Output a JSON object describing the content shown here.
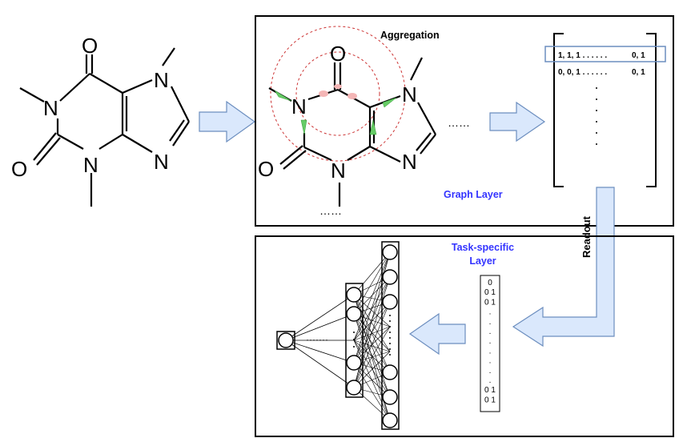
{
  "molecule_left": {
    "atoms": {
      "o_top": "O",
      "o_left": "O",
      "n1": "N",
      "n3": "N",
      "n7": "N",
      "n9": "N"
    }
  },
  "graph_panel": {
    "aggregation_label": "Aggregation",
    "graph_layer_label": "Graph Layer",
    "atoms": {
      "o_top": "O",
      "o_left": "O",
      "n1": "N",
      "n3": "N",
      "n7": "N",
      "n9": "N"
    },
    "ellipsis_bottom": "……",
    "ellipsis_right": "……",
    "matrix": {
      "row1_left": "1, 1, 1 . . . . . .",
      "row1_right": "0, 1",
      "row2_left": "0, 0, 1 . . . . . .",
      "row2_right": "0, 1",
      "vertical_dots": ".\n.\n.\n.\n.\n."
    }
  },
  "readout_label": "Readout",
  "task_panel": {
    "title_line1": "Task-specific",
    "title_line2": "Layer",
    "vector_entries": [
      "0",
      "0 1",
      "0 1",
      ".",
      ".",
      ".",
      ".",
      ".",
      ".",
      ".",
      ".",
      "0 1",
      "0 1"
    ],
    "network_ellipsis": "·······"
  },
  "colors": {
    "arrow_fill": "#dae8fc",
    "arrow_stroke": "#6c8ebf",
    "accent_blue": "#3333ff",
    "ring_red": "#cc3333",
    "edge_green": "#66cc66",
    "node_pink": "#f4b6b6"
  }
}
